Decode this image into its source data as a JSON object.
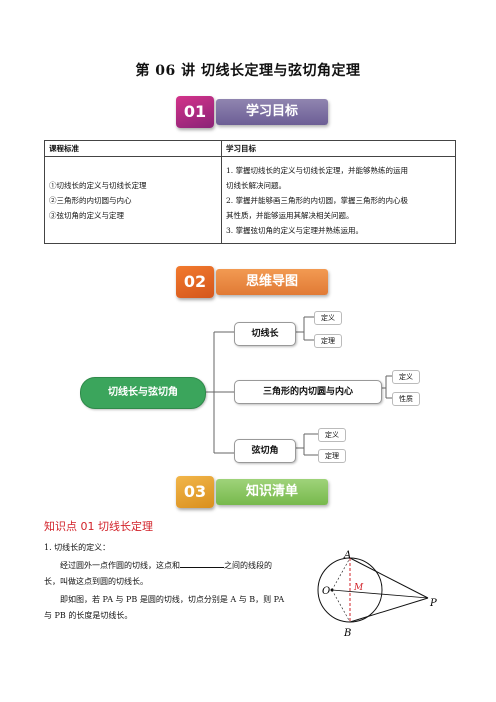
{
  "title": "第 06 讲  切线长定理与弦切角定理",
  "sections": [
    {
      "number": "01",
      "label": "学习目标"
    },
    {
      "number": "02",
      "label": "思维导图"
    },
    {
      "number": "03",
      "label": "知识清单"
    }
  ],
  "goals_table": {
    "col1_header": "课程标准",
    "col2_header": "学习目标",
    "standards": [
      "①切线长的定义与切线长定理",
      "②三角形的内切圆与内心",
      "③弦切角的定义与定理"
    ],
    "objectives": [
      "1. 掌握切线长的定义与切线长定理，并能够熟练的运用",
      "切线长解决问题。",
      "2. 掌握并能够画三角形的内切圆，掌握三角形的内心极",
      "其性质，并能够运用其解决相关问题。",
      "3. 掌握弦切角的定义与定理并熟练运用。"
    ]
  },
  "mindmap": {
    "root": "切线长与弦切角",
    "branches": [
      {
        "label": "切线长",
        "leaves": [
          "定义",
          "定理"
        ]
      },
      {
        "label": "三角形的内切圆与内心",
        "leaves": [
          "定义",
          "性质"
        ]
      },
      {
        "label": "弦切角",
        "leaves": [
          "定义",
          "定理"
        ]
      }
    ],
    "root_color": "#3ba55c"
  },
  "knowledge": {
    "point_title": "知识点 01    切线长定理",
    "item1": "1. 切线长的定义：",
    "line1_a": "经过圆外一点作圆的切线，这点和",
    "line1_b": "之间的线段的",
    "line2": "长，叫做这点到圆的切线长。",
    "line3": "即如图，若 PA 与 PB 是圆的切线，切点分别是 A 与 B，则 PA",
    "line4": "与 PB 的长度是切线长。"
  },
  "figure": {
    "A": "A",
    "B": "B",
    "O": "O",
    "M": "M",
    "P": "P"
  }
}
